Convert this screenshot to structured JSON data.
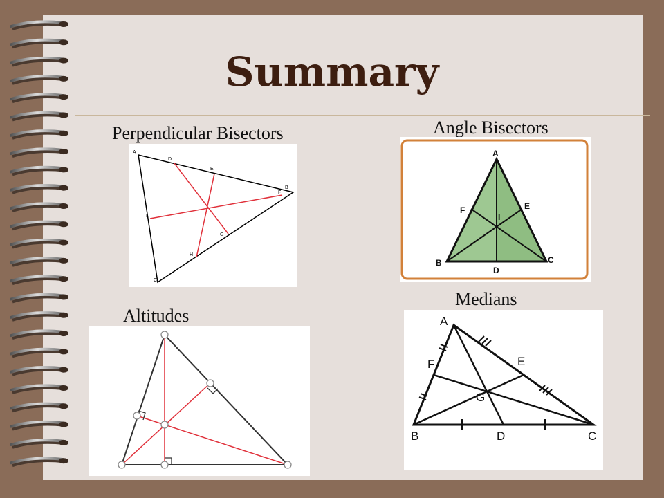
{
  "slide": {
    "title": "Summary",
    "captions": {
      "perpendicular": "Perpendicular Bisectors",
      "angle": "Angle Bisectors",
      "altitudes": "Altitudes",
      "medians": "Medians"
    }
  },
  "perpendicular_diagram": {
    "vertex_labels": [
      "A",
      "B",
      "C"
    ],
    "point_labels": [
      "D",
      "E",
      "F",
      "G",
      "H",
      "I"
    ]
  },
  "angle_diagram": {
    "vertex_labels": [
      "A",
      "B",
      "C"
    ],
    "point_labels": [
      "D",
      "E",
      "F",
      "I"
    ]
  },
  "medians_diagram": {
    "vertex_labels": [
      "A",
      "B",
      "C"
    ],
    "point_labels": [
      "D",
      "E",
      "F",
      "G"
    ]
  },
  "colors": {
    "background_frame": "#8a6c58",
    "page": "#e6dfdb",
    "title": "#3d1e10",
    "bisector_red": "#e0303a",
    "angle_frame_orange": "#d2813a",
    "angle_fill_green": "#8fbd82"
  }
}
